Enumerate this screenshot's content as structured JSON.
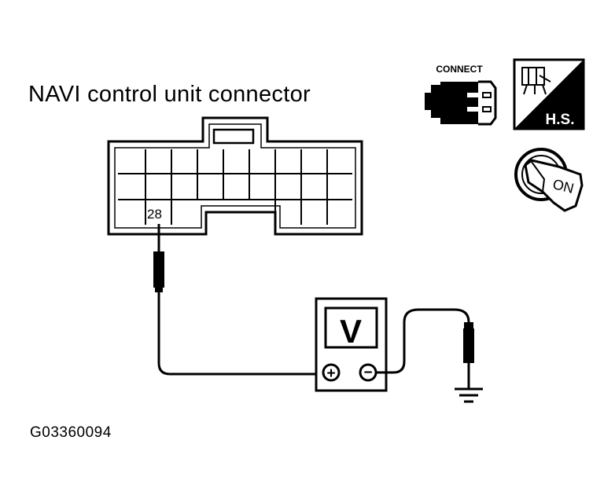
{
  "diagram": {
    "title": "NAVI control unit connector",
    "figure_code": "G03360094"
  },
  "connector": {
    "terminal_label": "28"
  },
  "meter": {
    "display": "V",
    "positive_symbol": "+",
    "negative_symbol": "−"
  },
  "icons": {
    "connect_label": "CONNECT",
    "harness_side_label": "H.S.",
    "ignition_label": "ON",
    "connect_icon": "connector-connect-icon",
    "harness_icon": "harness-side-icon",
    "ignition_icon": "ignition-key-on-icon"
  },
  "colors": {
    "ink": "#000000",
    "paper": "#ffffff"
  }
}
